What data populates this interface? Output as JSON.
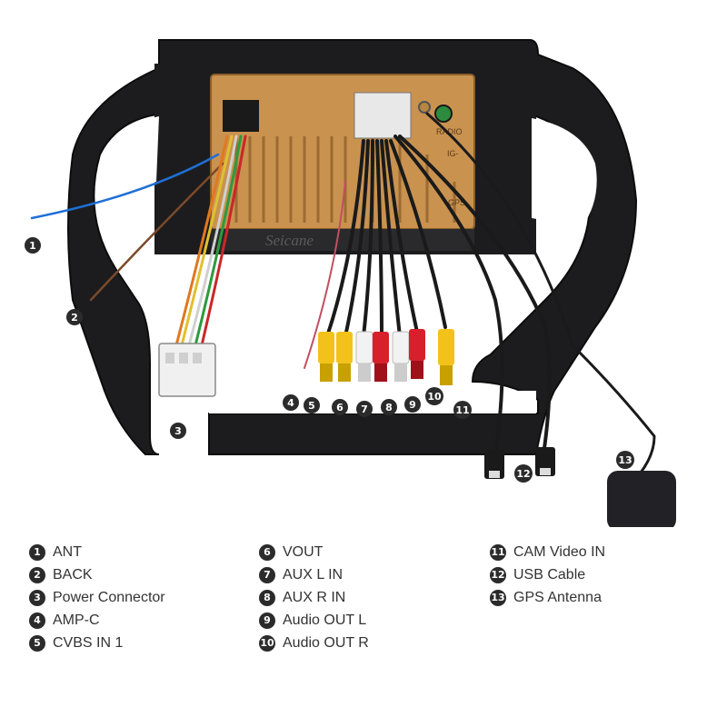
{
  "unit_brand": "Seicane",
  "unit_labels": {
    "radio": "RADIO",
    "gps": "GPS",
    "ig": "IG-"
  },
  "legend": [
    {
      "num": "1",
      "label": "ANT"
    },
    {
      "num": "2",
      "label": "BACK"
    },
    {
      "num": "3",
      "label": "Power Connector"
    },
    {
      "num": "4",
      "label": "AMP-C"
    },
    {
      "num": "5",
      "label": "CVBS IN 1"
    },
    {
      "num": "6",
      "label": "VOUT"
    },
    {
      "num": "7",
      "label": "AUX L IN"
    },
    {
      "num": "8",
      "label": "AUX R IN"
    },
    {
      "num": "9",
      "label": "Audio OUT L"
    },
    {
      "num": "10",
      "label": "Audio OUT R"
    },
    {
      "num": "11",
      "label": "CAM Video IN"
    },
    {
      "num": "12",
      "label": "USB Cable"
    },
    {
      "num": "13",
      "label": "GPS Antenna"
    }
  ],
  "colors": {
    "frame": "#1c1c1e",
    "unit_body": "#c9924f",
    "badge": "#2b2b2b",
    "rca_yellow": "#f2c21b",
    "rca_red": "#d8202c",
    "rca_white": "#f2f2f2"
  }
}
